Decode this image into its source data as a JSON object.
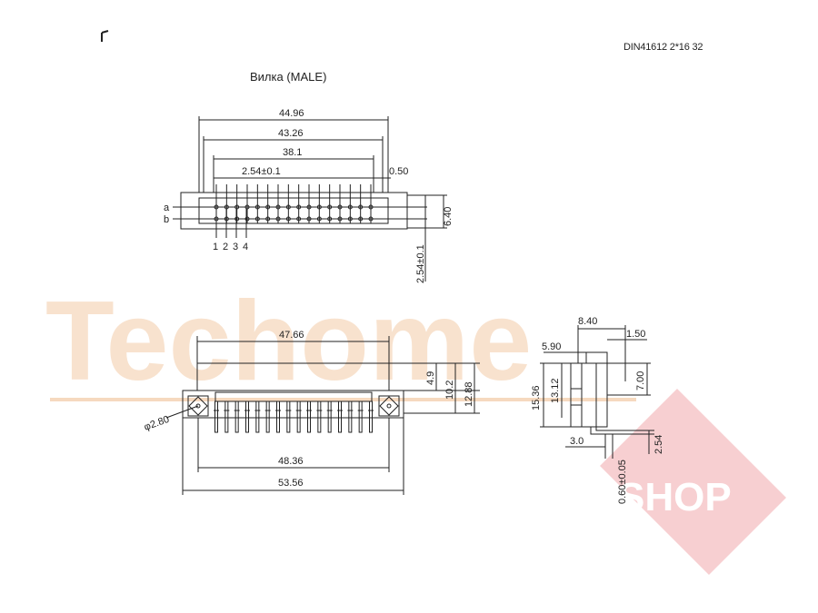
{
  "part_code": "DIN41612 2*16 32",
  "title": "Вилка (MALE)",
  "watermark": {
    "brand_main": "Techome",
    "shop_label": "SHOP"
  },
  "top_view": {
    "dim_overall": "44.96",
    "dim_flange": "43.26",
    "dim_pins": "38.1",
    "dim_pitch": "2.54±0.1",
    "dim_pin_width": "0.50",
    "dim_height": "6.40",
    "dim_row_pitch": "2.54±0.1",
    "row_a": "a",
    "row_b": "b",
    "pin_numbers": [
      "1",
      "2",
      "3",
      "4"
    ],
    "pin_count": 16
  },
  "front_view": {
    "dim_body_width": "47.66",
    "dim_h1": "4.9",
    "dim_h2": "10.2",
    "dim_h3": "12.88",
    "dim_hole": "φ2.80",
    "dim_mount": "48.36",
    "dim_total": "53.56"
  },
  "side_view": {
    "dim_depth": "8.40",
    "dim_tip": "1.50",
    "dim_step": "5.90",
    "dim_total_h": "15.36",
    "dim_body_h": "13.12",
    "dim_upper_h": "7.00",
    "dim_tail": "3.0",
    "dim_pin_thk": "0.60±0.05",
    "dim_pin_pitch": "2.54"
  },
  "colors": {
    "line": "#222222",
    "watermark_text": "#f6ddc4",
    "watermark_shop": "#f2b6b9"
  }
}
